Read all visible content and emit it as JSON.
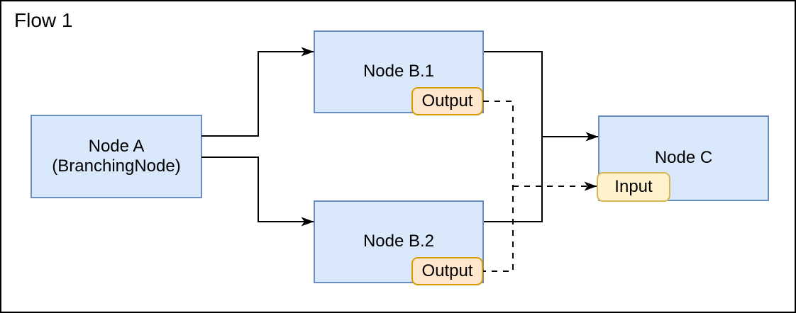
{
  "title": "Flow 1",
  "palette": {
    "canvas_bg": "#ffffff",
    "canvas_border": "#000000",
    "node_fill": "#dae8fc",
    "node_stroke": "#6c8ebf",
    "output_badge_fill": "#ffe6cc",
    "output_badge_stroke": "#d79b00",
    "input_badge_fill": "#fff2cc",
    "input_badge_stroke": "#d6b656",
    "edge_color": "#000000"
  },
  "nodes": [
    {
      "id": "node-a",
      "label": "Node A\n(BranchingNode)"
    },
    {
      "id": "node-b1",
      "label": "Node B.1",
      "port": {
        "type": "output",
        "label": "Output"
      }
    },
    {
      "id": "node-b2",
      "label": "Node B.2",
      "port": {
        "type": "output",
        "label": "Output"
      }
    },
    {
      "id": "node-c",
      "label": "Node C",
      "port": {
        "type": "input",
        "label": "Input"
      }
    }
  ],
  "edges": [
    {
      "from": "node-a",
      "to": "node-b1",
      "style": "solid-arrow"
    },
    {
      "from": "node-a",
      "to": "node-b2",
      "style": "solid-arrow"
    },
    {
      "from": "node-b1",
      "to": "node-c",
      "style": "solid-arrow"
    },
    {
      "from": "node-b2",
      "to": "node-c",
      "style": "solid-arrow"
    },
    {
      "from": "node-b1.output",
      "to": "node-c.input",
      "style": "dashed-arrow"
    },
    {
      "from": "node-b2.output",
      "to": "node-c.input",
      "style": "dashed-arrow"
    }
  ]
}
